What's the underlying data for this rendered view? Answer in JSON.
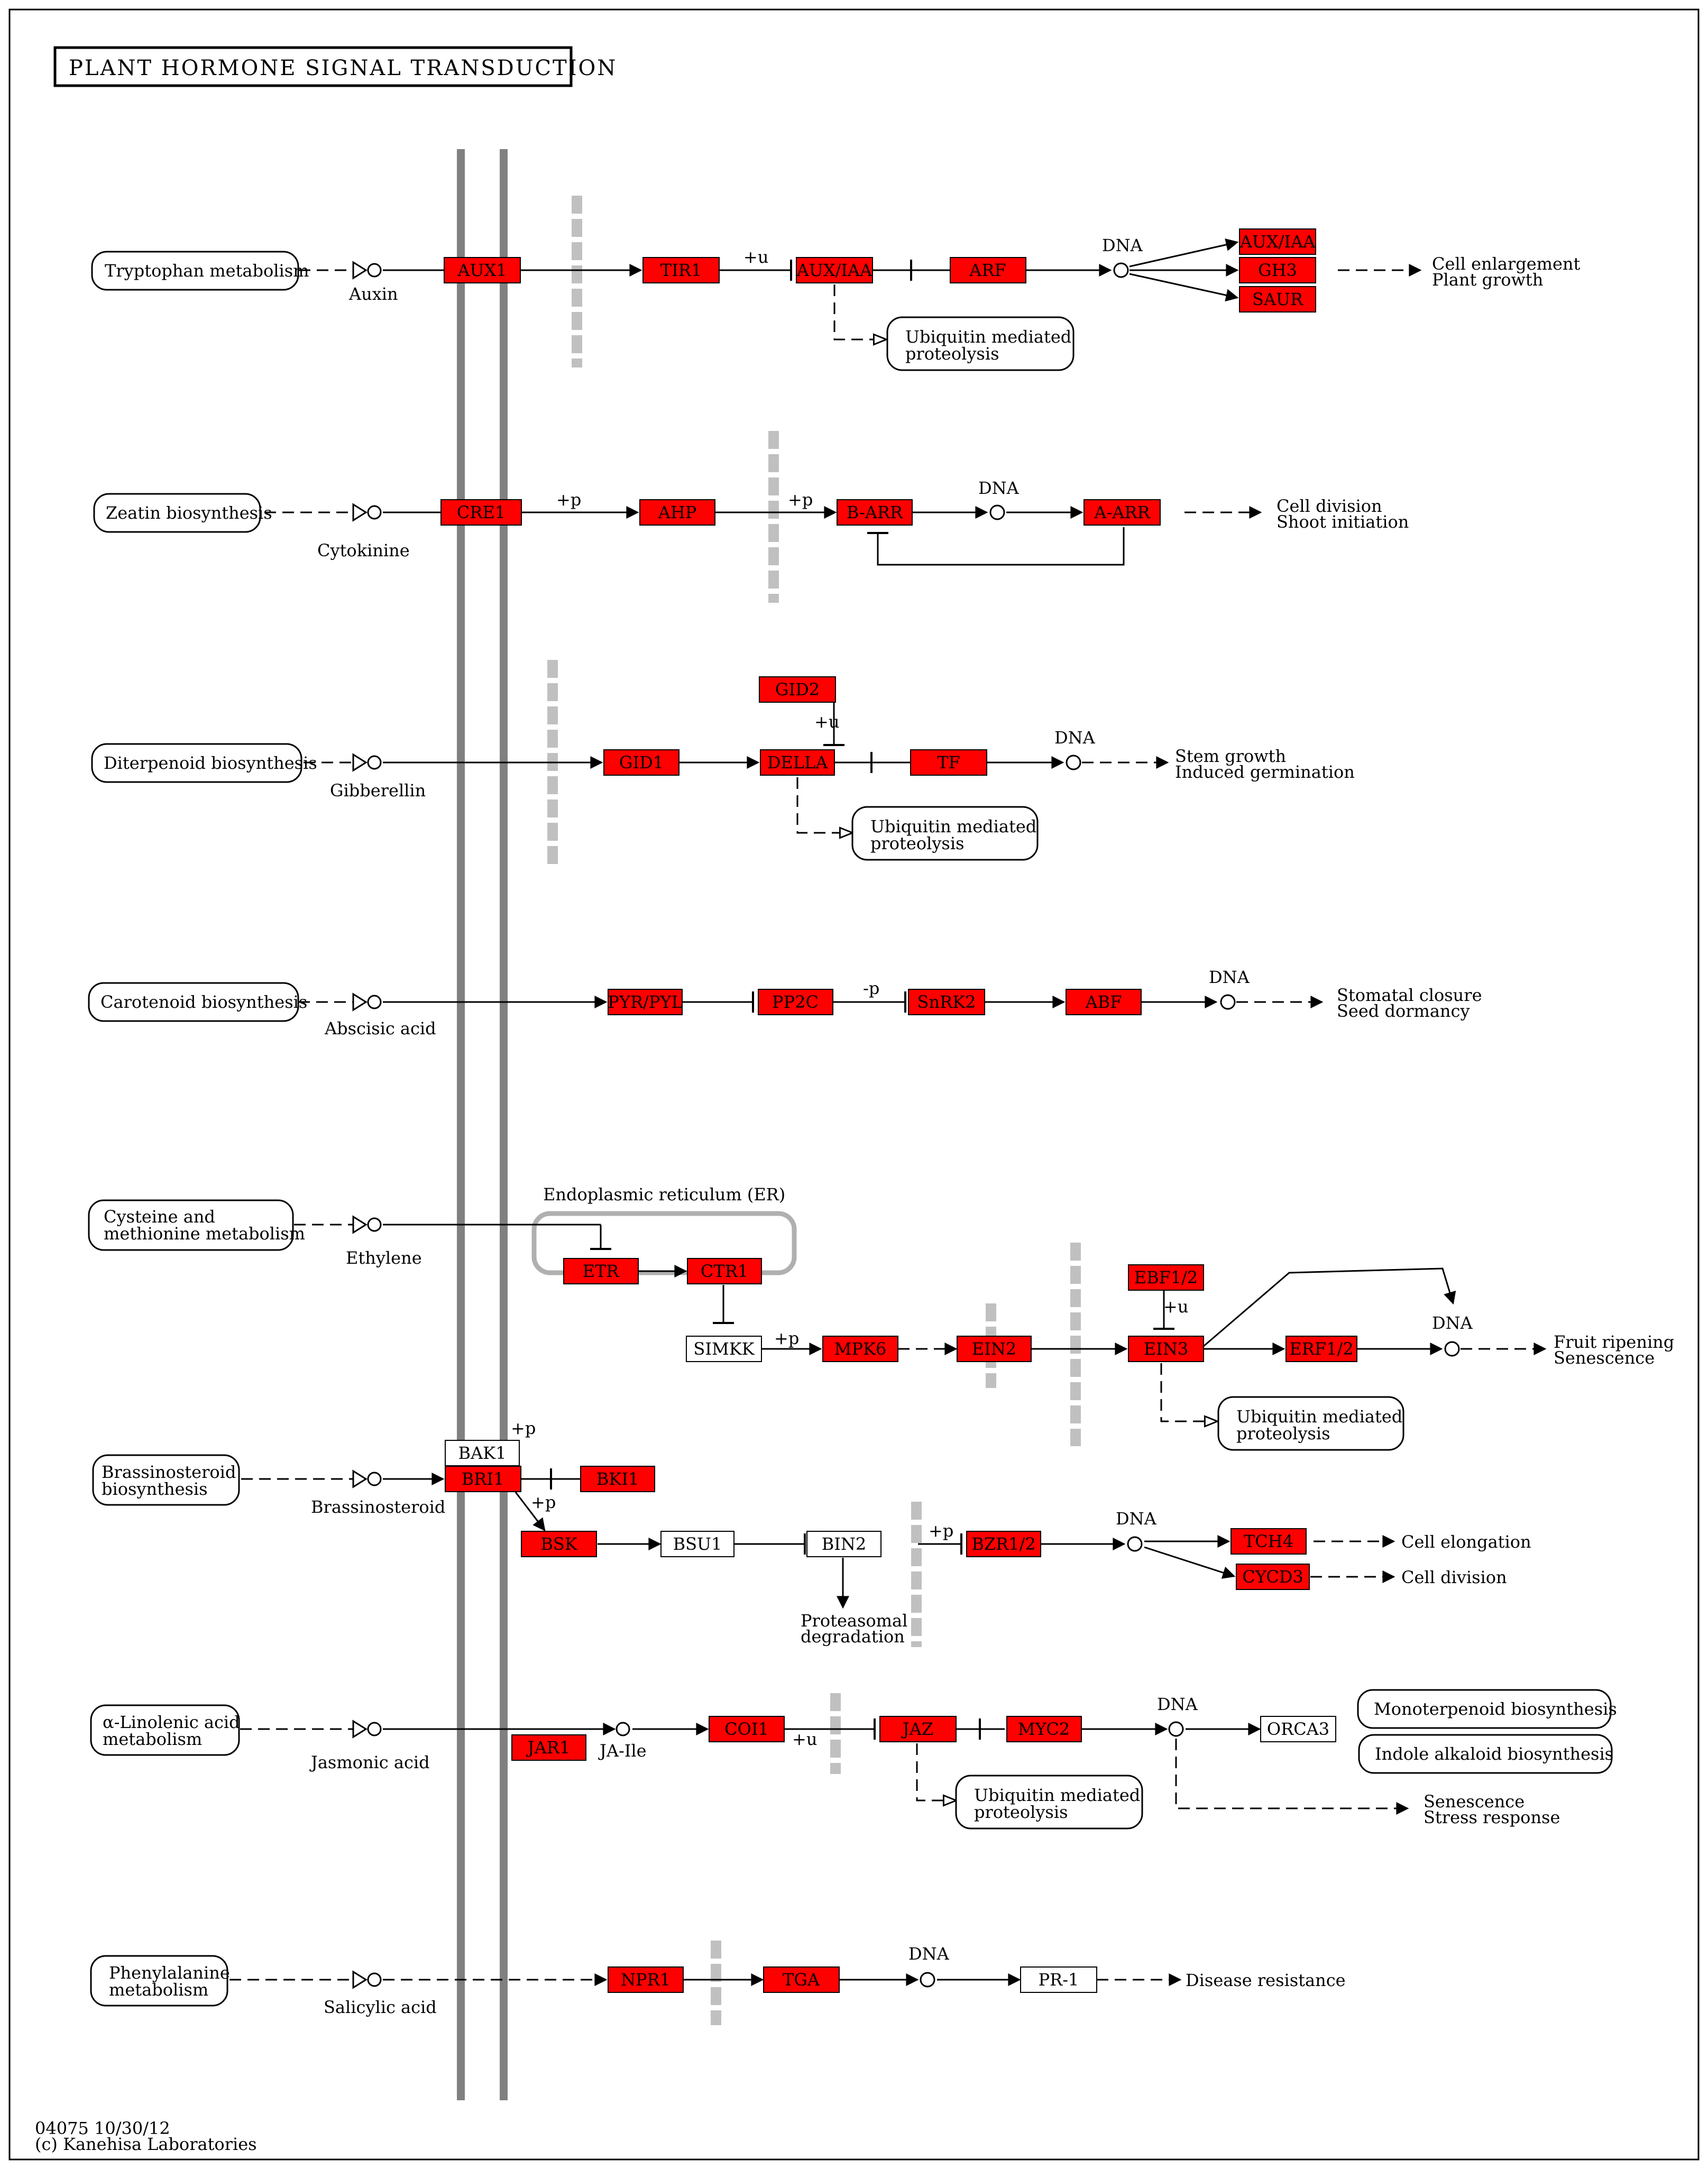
{
  "title": "PLANT HORMONE SIGNAL TRANSDUCTION",
  "footer": {
    "map_id": "04075 10/30/12",
    "copyright": "(c) Kanehisa Laboratories"
  },
  "colors": {
    "expressed": "#ff0000",
    "line": "#000000",
    "membrane": "#808080",
    "barrier": "#c0c0c0"
  },
  "rows": {
    "auxin": {
      "source": "Tryptophan metabolism",
      "compound": "Auxin",
      "genes": {
        "aux1": "AUX1",
        "tir1": "TIR1",
        "auxiaa": "AUX/IAA",
        "arf": "ARF",
        "auxiaa2": "AUX/IAA",
        "gh3": "GH3",
        "saur": "SAUR"
      },
      "mods": {
        "u": "+u"
      },
      "dna": "DNA",
      "ubiquitin": [
        "Ubiquitin mediated",
        "proteolysis"
      ],
      "outcome": [
        "Cell enlargement",
        "Plant growth"
      ]
    },
    "cytokinine": {
      "source": "Zeatin biosynthesis",
      "compound": "Cytokinine",
      "genes": {
        "cre1": "CRE1",
        "ahp": "AHP",
        "barr": "B-ARR",
        "aarr": "A-ARR"
      },
      "mods": {
        "p1": "+p",
        "p2": "+p"
      },
      "dna": "DNA",
      "outcome": [
        "Cell division",
        "Shoot initiation"
      ]
    },
    "gibberellin": {
      "source": "Diterpenoid biosynthesis",
      "compound": "Gibberellin",
      "genes": {
        "gid1": "GID1",
        "gid2": "GID2",
        "della": "DELLA",
        "tf": "TF"
      },
      "mods": {
        "u": "+u"
      },
      "dna": "DNA",
      "ubiquitin": [
        "Ubiquitin mediated",
        "proteolysis"
      ],
      "outcome": [
        "Stem growth",
        "Induced germination"
      ]
    },
    "abscisic": {
      "source": "Carotenoid biosynthesis",
      "compound": "Abscisic acid",
      "genes": {
        "pyr": "PYR/PYL",
        "pp2c": "PP2C",
        "snrk2": "SnRK2",
        "abf": "ABF"
      },
      "mods": {
        "p": "-p"
      },
      "dna": "DNA",
      "outcome": [
        "Stomatal closure",
        "Seed dormancy"
      ]
    },
    "ethylene": {
      "source": [
        "Cysteine and",
        "methionine metabolism"
      ],
      "compound": "Ethylene",
      "er_label": "Endoplasmic reticulum (ER)",
      "genes": {
        "etr": "ETR",
        "ctr1": "CTR1",
        "simkk": "SIMKK",
        "mpk6": "MPK6",
        "ein2": "EIN2",
        "ebf12": "EBF1/2",
        "ein3": "EIN3",
        "erf12": "ERF1/2"
      },
      "mods": {
        "p": "+p",
        "u": "+u"
      },
      "dna": "DNA",
      "ubiquitin": [
        "Ubiquitin mediated",
        "proteolysis"
      ],
      "outcome": [
        "Fruit ripening",
        "Senescence"
      ]
    },
    "brassinosteroid": {
      "source": [
        "Brassinosteroid",
        "biosynthesis"
      ],
      "compound": "Brassinosteroid",
      "genes": {
        "bak1": "BAK1",
        "bri1": "BRI1",
        "bki1": "BKI1",
        "bsk": "BSK",
        "bsu1": "BSU1",
        "bin2": "BIN2",
        "bzr12": "BZR1/2",
        "tch4": "TCH4",
        "cycd3": "CYCD3"
      },
      "mods": {
        "p1": "+p",
        "p2": "+p",
        "p3": "+p"
      },
      "dna": "DNA",
      "degradation": [
        "Proteasomal",
        "degradation"
      ],
      "outcomes": {
        "elong": "Cell elongation",
        "div": "Cell division"
      }
    },
    "jasmonic": {
      "source": [
        "α-Linolenic acid",
        "metabolism"
      ],
      "compound": "Jasmonic acid",
      "compound2": "JA-Ile",
      "genes": {
        "jar1": "JAR1",
        "coi1": "COI1",
        "jaz": "JAZ",
        "myc2": "MYC2",
        "orca3": "ORCA3"
      },
      "mods": {
        "u": "+u"
      },
      "dna": "DNA",
      "ubiquitin": [
        "Ubiquitin mediated",
        "proteolysis"
      ],
      "links": {
        "mono": "Monoterpenoid biosynthesis",
        "indole": "Indole alkaloid biosynthesis"
      },
      "outcome": [
        "Senescence",
        "Stress response"
      ]
    },
    "salicylic": {
      "source": [
        "Phenylalanine",
        "metabolism"
      ],
      "compound": "Salicylic acid",
      "genes": {
        "npr1": "NPR1",
        "tga": "TGA",
        "pr1": "PR-1"
      },
      "dna": "DNA",
      "outcome": "Disease resistance"
    }
  }
}
